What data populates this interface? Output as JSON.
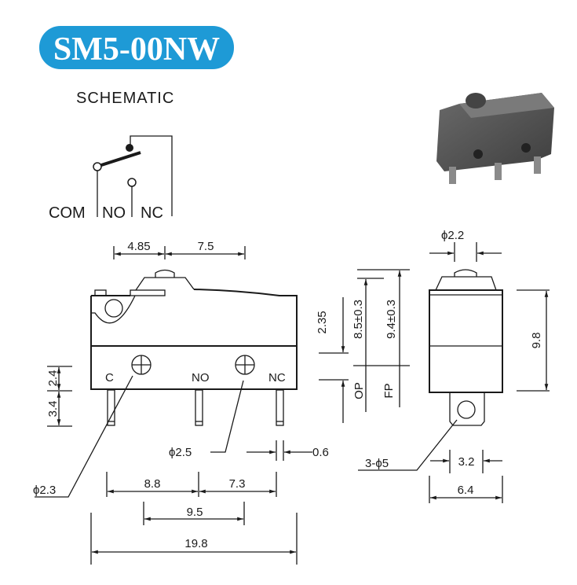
{
  "title": "SM5-00NW",
  "section_label": "SCHEMATIC",
  "colors": {
    "title_bg": "#1e9ad6",
    "line": "#1a1a1a"
  },
  "schematic": {
    "com": "COM",
    "no": "NO",
    "nc": "NC"
  },
  "terminals": {
    "c": "C",
    "no": "NO",
    "nc": "NC"
  },
  "photo": {
    "icon": "microswitch-photo"
  },
  "dimensions": {
    "plunger_offset": "4.85",
    "plunger_to_hole": "7.5",
    "terminal_height_upper": "2.4",
    "terminal_height_lower": "3.4",
    "pretravel": "2.35",
    "op_height": "8.5±0.3",
    "fp_height": "9.4±0.3",
    "op_label": "OP",
    "fp_label": "FP",
    "plunger_dia": "ϕ2.2",
    "side_height": "9.8",
    "terminal_hole": "3-ϕ5",
    "tab_width": "3.2",
    "body_width": "6.4",
    "hole_dia_right": "ϕ2.5",
    "terminal_thickness": "0.6",
    "hole_dia_left": "ϕ2.3",
    "c_to_no": "8.8",
    "no_to_nc": "7.3",
    "hole_spacing": "9.5",
    "body_length": "19.8"
  }
}
